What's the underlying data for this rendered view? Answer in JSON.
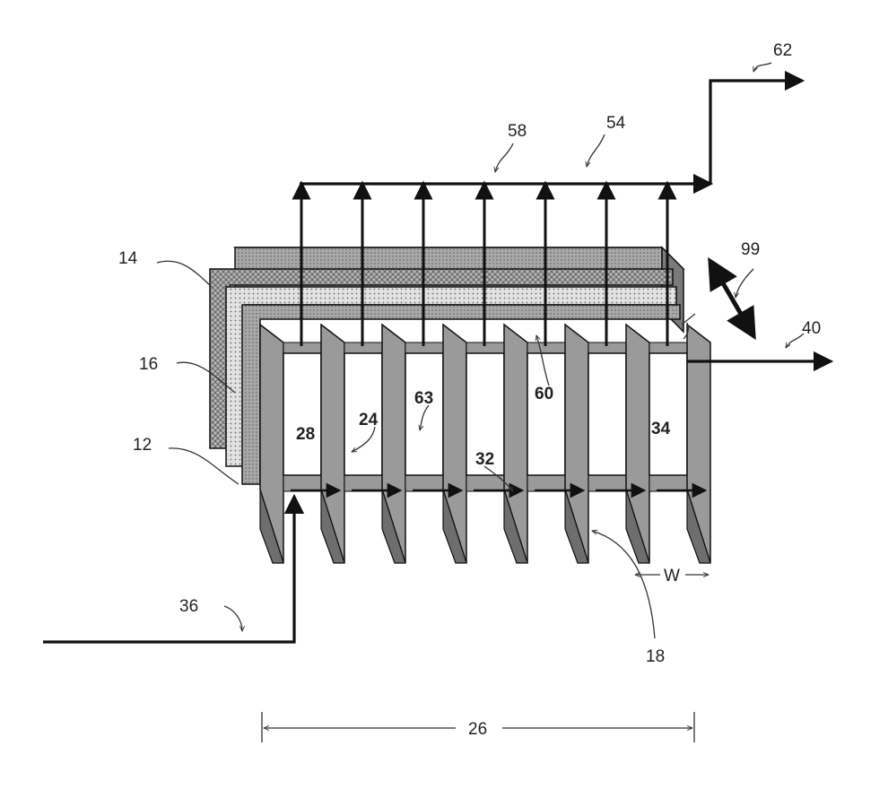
{
  "labels": {
    "l62": "62",
    "l58": "58",
    "l54": "54",
    "l99": "99",
    "l14": "14",
    "l40": "40",
    "l16": "16",
    "l63": "63",
    "l60": "60",
    "l24": "24",
    "l28": "28",
    "l34": "34",
    "l12": "12",
    "l32": "32",
    "l36": "36",
    "lW": "W",
    "l18": "18",
    "l26": "26"
  },
  "colors": {
    "panel": "#9a9a9a",
    "panel_dark": "#6e6e6e",
    "window": "#ffffff",
    "stroke": "#111111",
    "layer_back": "#8f8f8f",
    "layer_mid": "#c8c8c8",
    "layer_front": "#dcdcdc"
  }
}
